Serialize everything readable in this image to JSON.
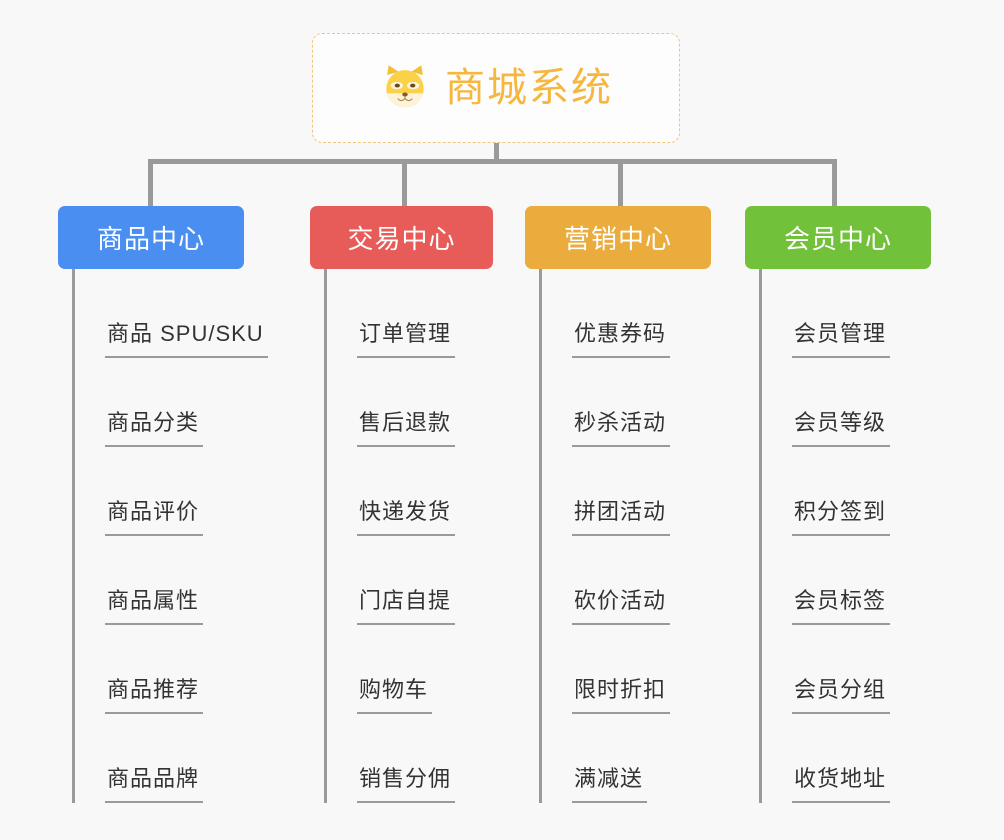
{
  "root": {
    "icon": "shiba-dog-face-icon",
    "title": "商城系统",
    "accent_color": "#f5b73d",
    "border_color": "#f0c678"
  },
  "canvas": {
    "background_color": "#f8f8f8",
    "connector_color": "#9a9a9a"
  },
  "branches": [
    {
      "label": "商品中心",
      "color": "#4a8ef2",
      "items": [
        "商品 SPU/SKU",
        "商品分类",
        "商品评价",
        "商品属性",
        "商品推荐",
        "商品品牌"
      ]
    },
    {
      "label": "交易中心",
      "color": "#e75b59",
      "items": [
        "订单管理",
        "售后退款",
        "快递发货",
        "门店自提",
        "购物车",
        "销售分佣"
      ]
    },
    {
      "label": "营销中心",
      "color": "#ebac3e",
      "items": [
        "优惠券码",
        "秒杀活动",
        "拼团活动",
        "砍价活动",
        "限时折扣",
        "满减送"
      ]
    },
    {
      "label": "会员中心",
      "color": "#72c13b",
      "items": [
        "会员管理",
        "会员等级",
        "积分签到",
        "会员标签",
        "会员分组",
        "收货地址"
      ]
    }
  ]
}
